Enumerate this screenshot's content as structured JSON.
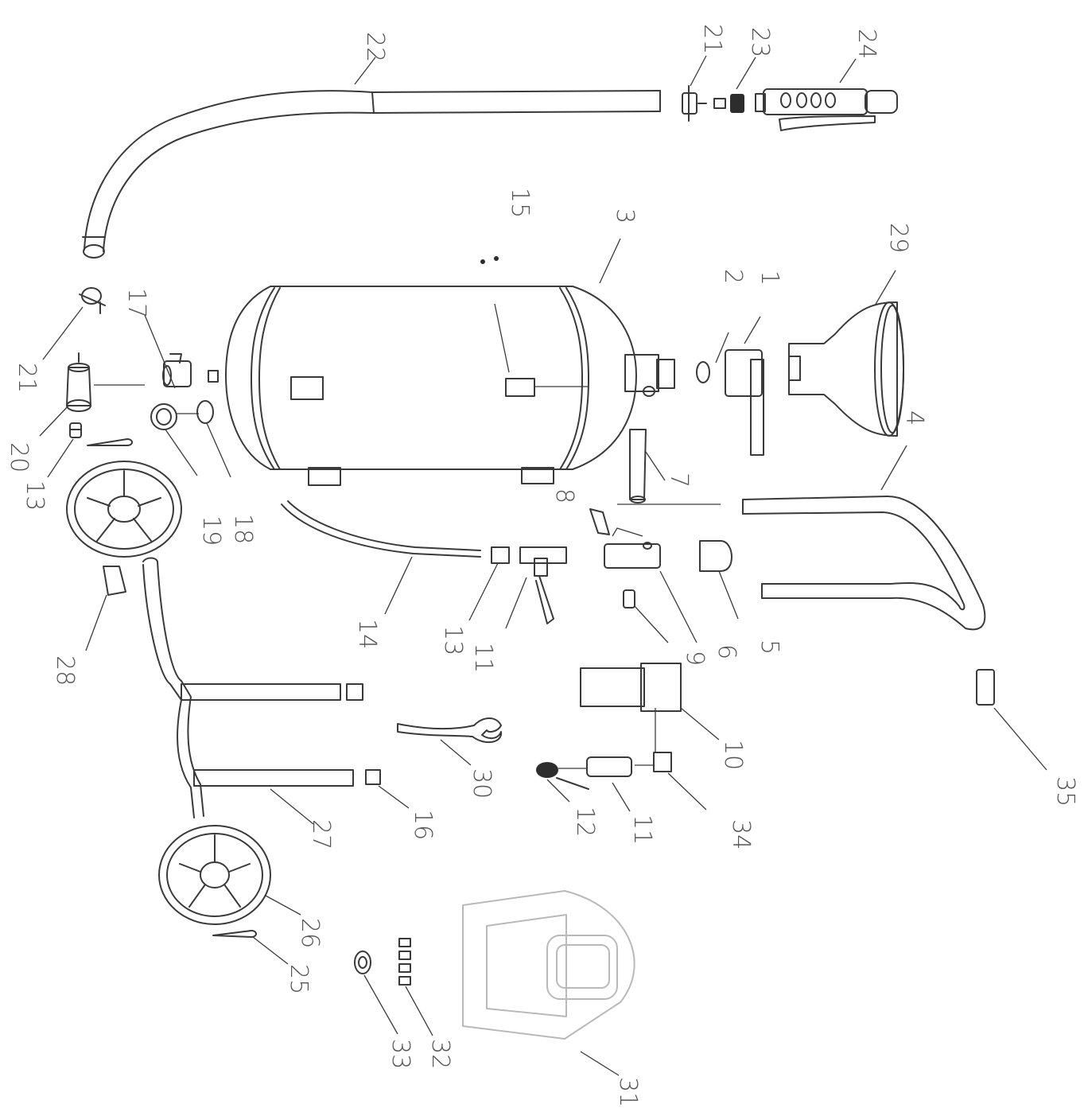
{
  "labels": [
    {
      "id": "1",
      "text": "1"
    },
    {
      "id": "2",
      "text": "2"
    },
    {
      "id": "3",
      "text": "3"
    },
    {
      "id": "4",
      "text": "4"
    },
    {
      "id": "5",
      "text": "5"
    },
    {
      "id": "6",
      "text": "6"
    },
    {
      "id": "7",
      "text": "7"
    },
    {
      "id": "8",
      "text": "8"
    },
    {
      "id": "9",
      "text": "9"
    },
    {
      "id": "10",
      "text": "10"
    },
    {
      "id": "11a",
      "text": "11"
    },
    {
      "id": "11b",
      "text": "11"
    },
    {
      "id": "12",
      "text": "12"
    },
    {
      "id": "13a",
      "text": "13"
    },
    {
      "id": "13b",
      "text": "13"
    },
    {
      "id": "14",
      "text": "14"
    },
    {
      "id": "15",
      "text": "15"
    },
    {
      "id": "16",
      "text": "16"
    },
    {
      "id": "17",
      "text": "17"
    },
    {
      "id": "18",
      "text": "18"
    },
    {
      "id": "19",
      "text": "19"
    },
    {
      "id": "20",
      "text": "20"
    },
    {
      "id": "21a",
      "text": "21"
    },
    {
      "id": "21b",
      "text": "21"
    },
    {
      "id": "22",
      "text": "22"
    },
    {
      "id": "23",
      "text": "23"
    },
    {
      "id": "24",
      "text": "24"
    },
    {
      "id": "25",
      "text": "25"
    },
    {
      "id": "26",
      "text": "26"
    },
    {
      "id": "27",
      "text": "27"
    },
    {
      "id": "28",
      "text": "28"
    },
    {
      "id": "29",
      "text": "29"
    },
    {
      "id": "30",
      "text": "30"
    },
    {
      "id": "31",
      "text": "31"
    },
    {
      "id": "32",
      "text": "32"
    },
    {
      "id": "33",
      "text": "33"
    },
    {
      "id": "34",
      "text": "34"
    },
    {
      "id": "35",
      "text": "35"
    }
  ],
  "colors": {
    "line": "#3a3a3a",
    "label": "#555555",
    "background": "#ffffff"
  }
}
